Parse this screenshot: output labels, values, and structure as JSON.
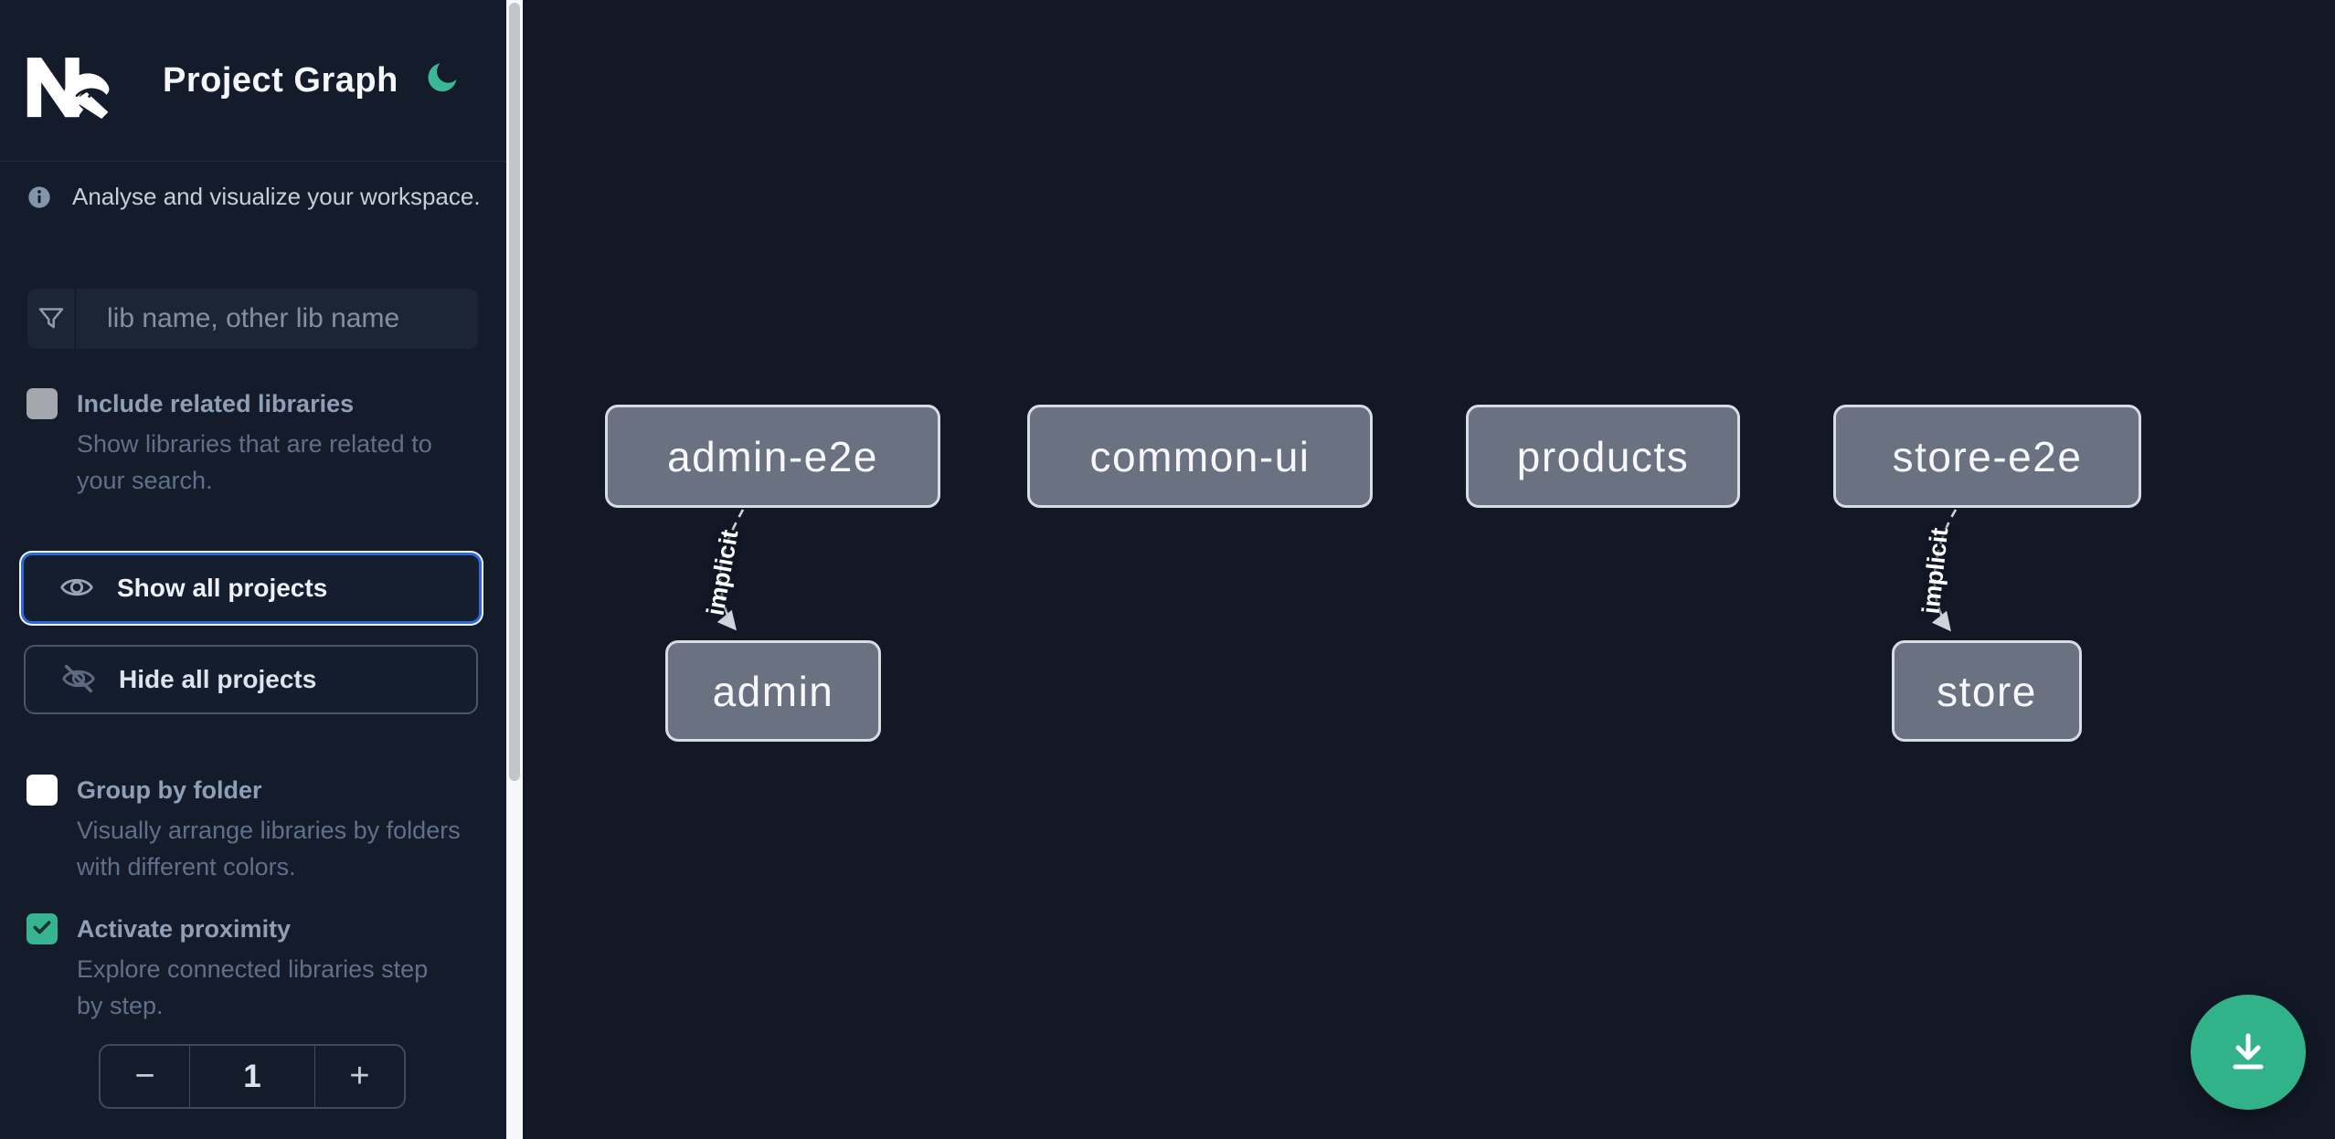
{
  "app": {
    "title": "Project Graph"
  },
  "colors": {
    "accent_teal": "#36b390",
    "focus_blue": "#2c68e0",
    "sidebar_bg": "#141c2c",
    "canvas_bg": "#121826",
    "node_fill": "#6a7180",
    "node_border": "#d9dde3",
    "edge_color": "#ced4db",
    "label_gray": "#8fa0b6",
    "description_gray": "#61708a"
  },
  "icons": {
    "logo": "nx-logo",
    "theme_toggle": "moon-icon",
    "intro": "info-icon",
    "search": "filter-funnel-icon",
    "show_all": "eye-icon",
    "hide_all": "eye-off-icon",
    "stepper_decrement": "minus-icon",
    "stepper_increment": "plus-icon",
    "download": "download-icon",
    "checked": "checkmark-icon"
  },
  "intro": {
    "text": "Analyse and visualize your workspace."
  },
  "search": {
    "placeholder": "lib name, other lib name",
    "value": ""
  },
  "filters": {
    "include_related": {
      "label": "Include related libraries",
      "description": "Show libraries that are related to your search.",
      "checked": false
    },
    "group_by_folder": {
      "label": "Group by folder",
      "description": "Visually arrange libraries by folders with different colors.",
      "checked": false
    },
    "activate_proximity": {
      "label": "Activate proximity",
      "description": "Explore connected libraries step by step.",
      "checked": true
    }
  },
  "actions": {
    "show_all": "Show all projects",
    "hide_all": "Hide all projects"
  },
  "proximity_stepper": {
    "decrement": "−",
    "value": "1",
    "increment": "+"
  },
  "graph": {
    "nodes": [
      {
        "id": "admin-e2e",
        "label": "admin-e2e"
      },
      {
        "id": "common-ui",
        "label": "common-ui"
      },
      {
        "id": "products",
        "label": "products"
      },
      {
        "id": "store-e2e",
        "label": "store-e2e"
      },
      {
        "id": "admin",
        "label": "admin"
      },
      {
        "id": "store",
        "label": "store"
      }
    ],
    "edges": [
      {
        "from": "admin-e2e",
        "to": "admin",
        "label": "implicit",
        "style": "dashed"
      },
      {
        "from": "store-e2e",
        "to": "store",
        "label": "implicit",
        "style": "dashed"
      }
    ]
  }
}
